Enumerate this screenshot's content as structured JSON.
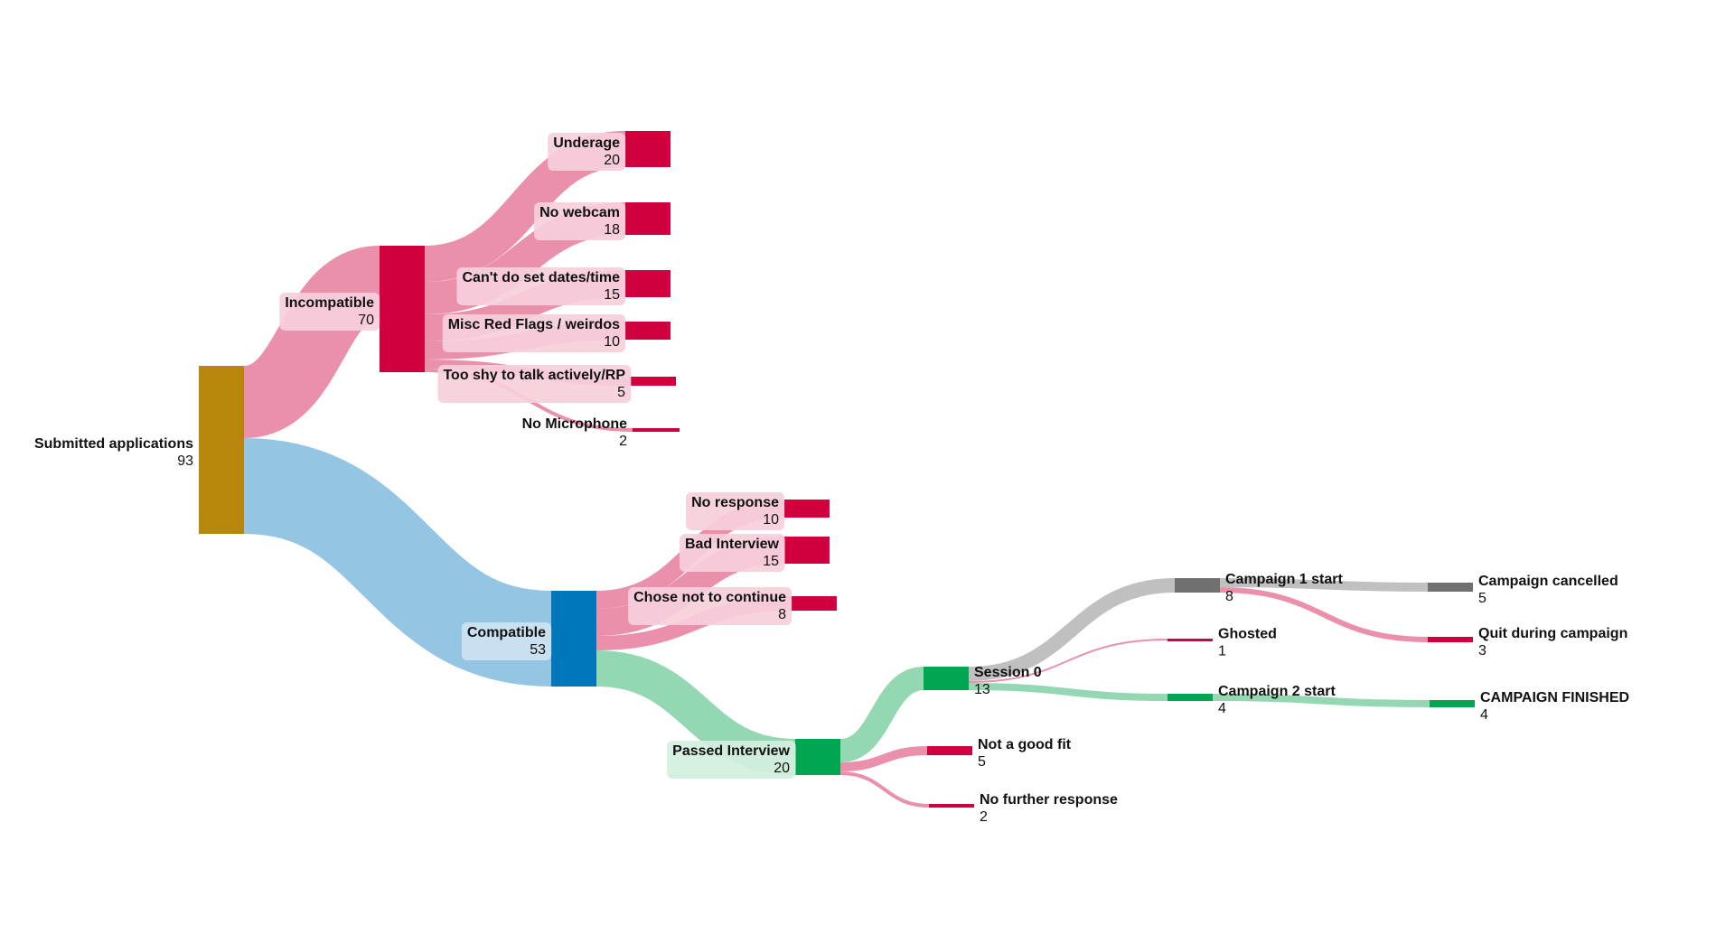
{
  "colors": {
    "gold": "#b8860b",
    "red": "#d0003f",
    "blue": "#0077bb",
    "green": "#00a651",
    "grey": "#707070",
    "link_red": "#e98aa6",
    "link_blue": "#8ec2e0",
    "link_green": "#8dd6ae",
    "link_grey": "#bdbdbd",
    "label_bg_red": "#f6cfdb",
    "label_bg_blue": "#cce2f0",
    "label_bg_green": "#d3efdf"
  },
  "chart_data": {
    "type": "sankey",
    "nodes": [
      {
        "id": "submitted",
        "name": "Submitted applications",
        "value": 93,
        "color": "gold"
      },
      {
        "id": "incompatible",
        "name": "Incompatible",
        "value": 70,
        "color": "red"
      },
      {
        "id": "compatible",
        "name": "Compatible",
        "value": 53,
        "color": "blue"
      },
      {
        "id": "underage",
        "name": "Underage",
        "value": 20,
        "color": "red"
      },
      {
        "id": "no_webcam",
        "name": "No webcam",
        "value": 18,
        "color": "red"
      },
      {
        "id": "cant_dates",
        "name": "Can't do set dates/time",
        "value": 15,
        "color": "red"
      },
      {
        "id": "misc_red",
        "name": "Misc Red Flags / weirdos",
        "value": 10,
        "color": "red"
      },
      {
        "id": "too_shy",
        "name": "Too shy to talk actively/RP",
        "value": 5,
        "color": "red"
      },
      {
        "id": "no_mic",
        "name": "No Microphone",
        "value": 2,
        "color": "red"
      },
      {
        "id": "no_response",
        "name": "No response",
        "value": 10,
        "color": "red"
      },
      {
        "id": "bad_interview",
        "name": "Bad Interview",
        "value": 15,
        "color": "red"
      },
      {
        "id": "chose_not",
        "name": "Chose not to continue",
        "value": 8,
        "color": "red"
      },
      {
        "id": "passed",
        "name": "Passed Interview",
        "value": 20,
        "color": "green"
      },
      {
        "id": "session0",
        "name": "Session 0",
        "value": 13,
        "color": "green"
      },
      {
        "id": "not_fit",
        "name": "Not a good fit",
        "value": 5,
        "color": "red"
      },
      {
        "id": "no_further",
        "name": "No further response",
        "value": 2,
        "color": "red"
      },
      {
        "id": "camp1",
        "name": "Campaign 1 start",
        "value": 8,
        "color": "grey"
      },
      {
        "id": "ghosted",
        "name": "Ghosted",
        "value": 1,
        "color": "red"
      },
      {
        "id": "camp2",
        "name": "Campaign 2 start",
        "value": 4,
        "color": "green"
      },
      {
        "id": "cancelled",
        "name": "Campaign cancelled",
        "value": 5,
        "color": "grey"
      },
      {
        "id": "quit",
        "name": "Quit during campaign",
        "value": 3,
        "color": "red"
      },
      {
        "id": "finished",
        "name": "CAMPAIGN FINISHED",
        "value": 4,
        "color": "green"
      }
    ],
    "links": [
      {
        "source": "submitted",
        "target": "incompatible",
        "value": 40,
        "color": "link_red"
      },
      {
        "source": "submitted",
        "target": "compatible",
        "value": 53,
        "color": "link_blue"
      },
      {
        "source": "incompatible",
        "target": "underage",
        "value": 20,
        "color": "link_red"
      },
      {
        "source": "incompatible",
        "target": "no_webcam",
        "value": 18,
        "color": "link_red"
      },
      {
        "source": "incompatible",
        "target": "cant_dates",
        "value": 15,
        "color": "link_red"
      },
      {
        "source": "incompatible",
        "target": "misc_red",
        "value": 10,
        "color": "link_red"
      },
      {
        "source": "incompatible",
        "target": "too_shy",
        "value": 5,
        "color": "link_red"
      },
      {
        "source": "incompatible",
        "target": "no_mic",
        "value": 2,
        "color": "link_red"
      },
      {
        "source": "compatible",
        "target": "no_response",
        "value": 10,
        "color": "link_red"
      },
      {
        "source": "compatible",
        "target": "bad_interview",
        "value": 15,
        "color": "link_red"
      },
      {
        "source": "compatible",
        "target": "chose_not",
        "value": 8,
        "color": "link_red"
      },
      {
        "source": "compatible",
        "target": "passed",
        "value": 20,
        "color": "link_green"
      },
      {
        "source": "passed",
        "target": "session0",
        "value": 13,
        "color": "link_green"
      },
      {
        "source": "passed",
        "target": "not_fit",
        "value": 5,
        "color": "link_red"
      },
      {
        "source": "passed",
        "target": "no_further",
        "value": 2,
        "color": "link_red"
      },
      {
        "source": "session0",
        "target": "camp1",
        "value": 8,
        "color": "link_grey"
      },
      {
        "source": "session0",
        "target": "ghosted",
        "value": 1,
        "color": "link_red"
      },
      {
        "source": "session0",
        "target": "camp2",
        "value": 4,
        "color": "link_green"
      },
      {
        "source": "camp1",
        "target": "cancelled",
        "value": 5,
        "color": "link_grey"
      },
      {
        "source": "camp1",
        "target": "quit",
        "value": 3,
        "color": "link_red"
      },
      {
        "source": "camp2",
        "target": "finished",
        "value": 4,
        "color": "link_green"
      }
    ]
  }
}
